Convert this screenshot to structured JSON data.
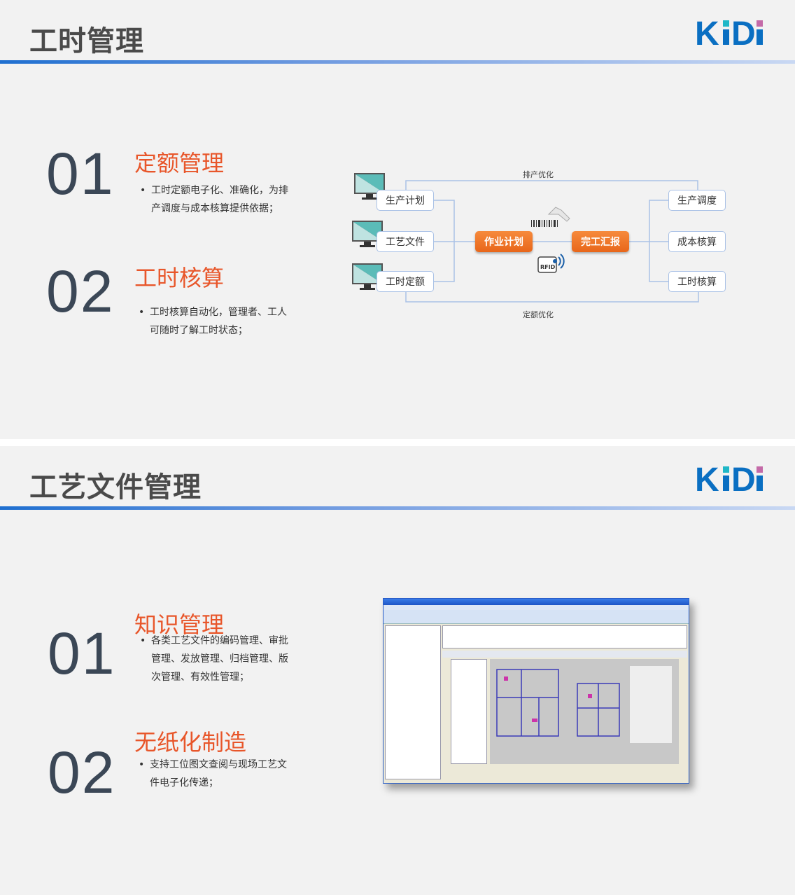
{
  "brand": {
    "logo_text": "KiDi",
    "blue": "#0a6fc2",
    "teal": "#1fb7c7",
    "pink": "#c46aa8"
  },
  "accent_orange": "#e8562a",
  "slide1": {
    "title": "工时管理",
    "items": [
      {
        "num": "01",
        "heading": "定额管理",
        "desc": "工时定额电子化、准确化，为排产调度与成本核算提供依据；"
      },
      {
        "num": "02",
        "heading": "工时核算",
        "desc": "工时核算自动化，管理者、工人可随时了解工时状态；"
      }
    ],
    "diagram": {
      "inputs": [
        "生产计划",
        "工艺文件",
        "工时定额"
      ],
      "center": [
        "作业计划",
        "完工汇报"
      ],
      "outputs": [
        "生产调度",
        "成本核算",
        "工时核算"
      ],
      "top_label": "排产优化",
      "bottom_label": "定额优化",
      "rfid_label": "RFID"
    }
  },
  "slide2": {
    "title": "工艺文件管理",
    "items": [
      {
        "num": "01",
        "heading": "知识管理",
        "desc": "各类工艺文件的编码管理、审批管理、发放管理、归档管理、版次管理、有效性管理；"
      },
      {
        "num": "02",
        "heading": "无纸化制造",
        "desc": "支持工位图文查阅与现场工艺文件电子化传递；"
      }
    ]
  }
}
